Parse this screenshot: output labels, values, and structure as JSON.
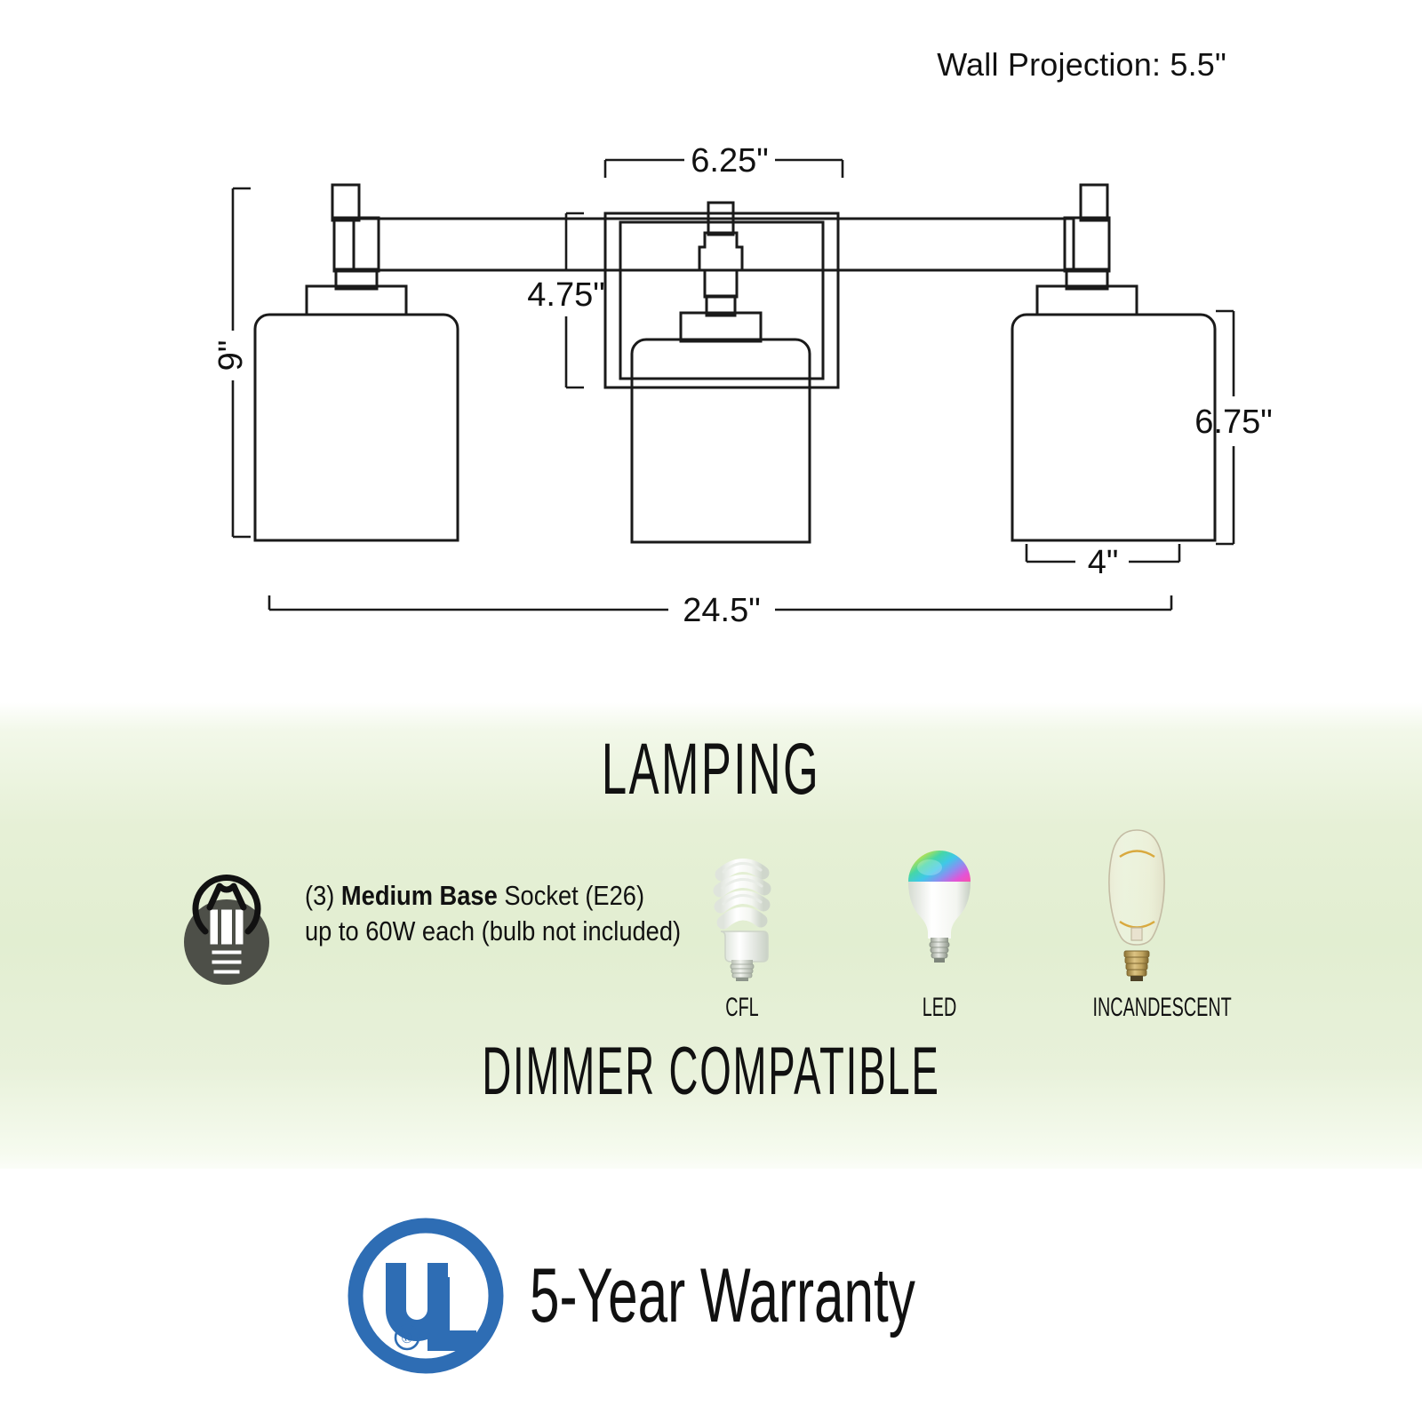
{
  "drawing": {
    "wall_projection_label": "Wall Projection: 5.5\"",
    "dimensions": {
      "height": "9\"",
      "backplate_width": "6.25\"",
      "backplate_height": "4.75\"",
      "shade_height": "6.75\"",
      "shade_width": "4\"",
      "overall_width": "24.5\""
    }
  },
  "lamping": {
    "title": "LAMPING",
    "dimmer_title": "DIMMER COMPATIBLE",
    "socket": {
      "count_prefix": "(3) ",
      "emphasis": "Medium Base",
      "suffix": " Socket (E26)",
      "line2": "up to 60W each (bulb not included)",
      "icon": "light-bulb-icon"
    },
    "bulbs": [
      {
        "label": "CFL",
        "icon": "cfl-bulb-icon"
      },
      {
        "label": "LED",
        "icon": "led-bulb-icon"
      },
      {
        "label": "INCANDESCENT",
        "icon": "incandescent-bulb-icon"
      }
    ]
  },
  "warranty": {
    "text": "5-Year Warranty",
    "certification_mark": "UL",
    "certification_registered": "®"
  },
  "colors": {
    "panel_green": "#e2eed1",
    "ul_blue": "#2e6db4",
    "line": "#1a1a1a",
    "badge_dark": "#4d4f48"
  }
}
